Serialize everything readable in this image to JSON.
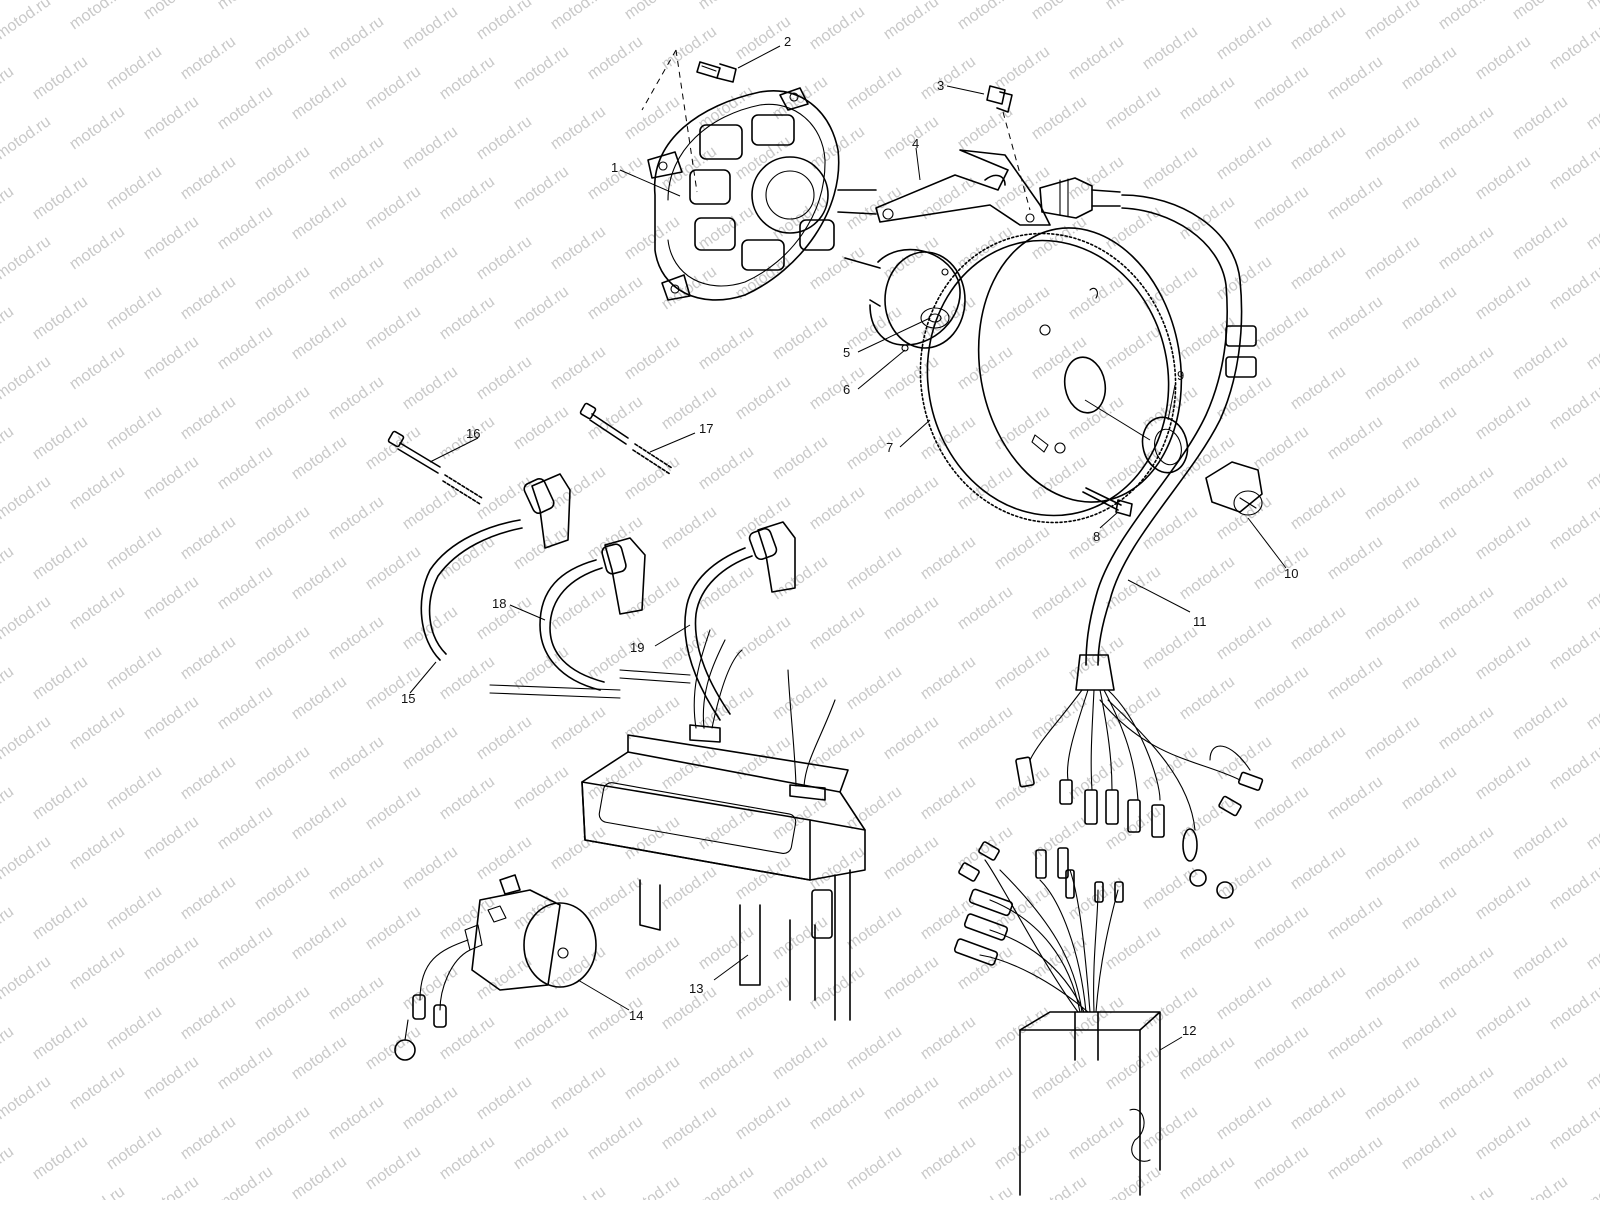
{
  "watermark": {
    "text": "motod.ru"
  },
  "callouts": [
    {
      "id": "1",
      "text": "1"
    },
    {
      "id": "2",
      "text": "2"
    },
    {
      "id": "3",
      "text": "3"
    },
    {
      "id": "4",
      "text": "4"
    },
    {
      "id": "5",
      "text": "5"
    },
    {
      "id": "6",
      "text": "6"
    },
    {
      "id": "7",
      "text": "7"
    },
    {
      "id": "8",
      "text": "8"
    },
    {
      "id": "9",
      "text": "9"
    },
    {
      "id": "10",
      "text": "10"
    },
    {
      "id": "11",
      "text": "11"
    },
    {
      "id": "12",
      "text": "12"
    },
    {
      "id": "13",
      "text": "13"
    },
    {
      "id": "14",
      "text": "14"
    },
    {
      "id": "15",
      "text": "15"
    },
    {
      "id": "16",
      "text": "16"
    },
    {
      "id": "17",
      "text": "17"
    },
    {
      "id": "18",
      "text": "18"
    },
    {
      "id": "19",
      "text": "19"
    }
  ]
}
